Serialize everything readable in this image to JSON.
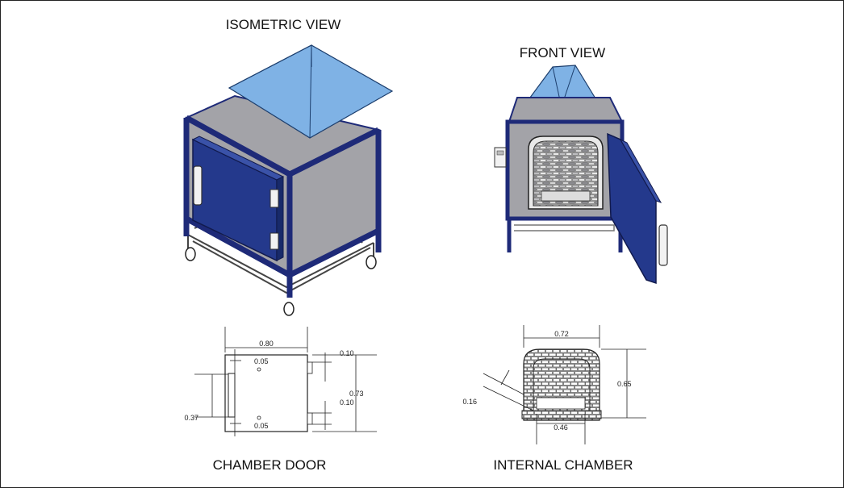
{
  "titles": {
    "isometric": "ISOMETRIC VIEW",
    "front": "FRONT VIEW",
    "door": "CHAMBER DOOR",
    "internal": "INTERNAL CHAMBER"
  },
  "door_dims": {
    "width": "0.80",
    "hinge_gap_top": "0.05",
    "hinge_gap_bottom": "0.05",
    "offset_top": "0.10",
    "offset_mid": "0.10",
    "height": "0.73",
    "handle": "0.37"
  },
  "chamber_dims": {
    "width": "0.72",
    "height": "0.65",
    "floor": "0.46",
    "wall": "0.16"
  },
  "colors": {
    "frame": "#1e2a78",
    "door": "#24398c",
    "panel": "#a3a3a8",
    "hood": "#7fb2e5",
    "brick_light": "#e9e9e9",
    "brick_dark": "#8b8b90"
  }
}
